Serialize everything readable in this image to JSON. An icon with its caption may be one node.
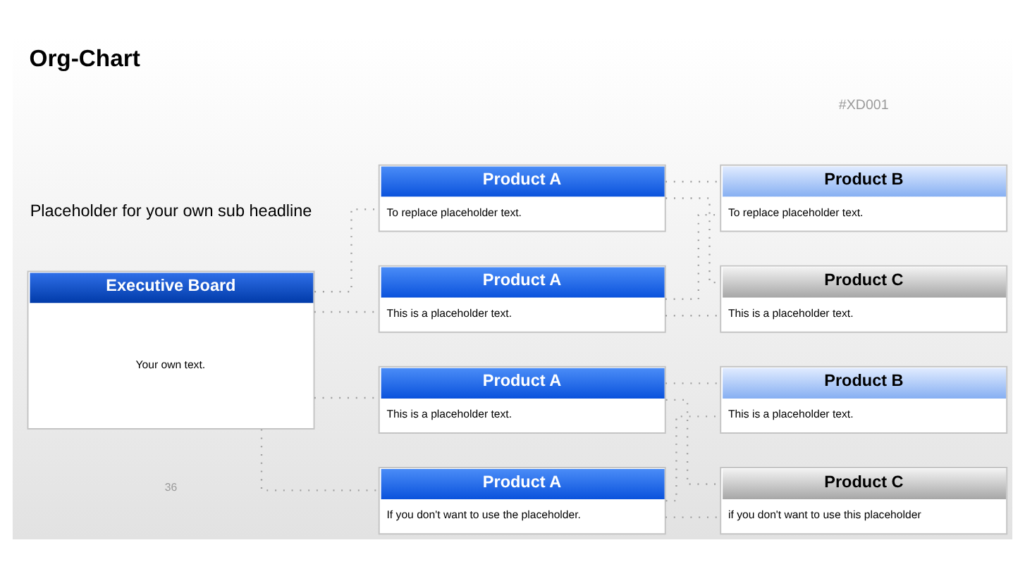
{
  "diagram": {
    "title": "Org-Chart",
    "nodes": [
      {
        "text": [
          "Executive Board",
          "Your own text."
        ]
      },
      {
        "text": [
          "Product A",
          "To replace placeholder text."
        ]
      },
      {
        "text": [
          "Product A",
          "This is a placeholder text."
        ]
      },
      {
        "text": [
          "Product A",
          "This is a placeholder text."
        ]
      },
      {
        "text": [
          "Product A",
          "If you don't want to use the placeholder."
        ]
      },
      {
        "text": [
          "Product B",
          "To replace placeholder text."
        ]
      },
      {
        "text": [
          "Product C",
          "This is a placeholder text."
        ]
      },
      {
        "text": [
          "Product B",
          "This is a placeholder text."
        ]
      },
      {
        "text": [
          "Product C",
          "if you don't want to use this placeholder"
        ]
      }
    ],
    "edges": [
      {
        "from": 0,
        "to": 1,
        "arrow": "none"
      },
      {
        "from": 0,
        "to": 2,
        "arrow": "none"
      },
      {
        "from": 0,
        "to": 3,
        "arrow": "none"
      },
      {
        "from": 0,
        "to": 4,
        "arrow": "none"
      },
      {
        "from": 1,
        "to": 5,
        "arrow": "none"
      },
      {
        "from": 1,
        "to": 6,
        "arrow": "none"
      },
      {
        "from": 2,
        "to": 5,
        "arrow": "none"
      },
      {
        "from": 2,
        "to": 6,
        "arrow": "none"
      },
      {
        "from": 3,
        "to": 7,
        "arrow": "none"
      },
      {
        "from": 3,
        "to": 8,
        "arrow": "none"
      },
      {
        "from": 4,
        "to": 7,
        "arrow": "none"
      },
      {
        "from": 4,
        "to": 8,
        "arrow": "none"
      }
    ],
    "labels": [
      "Placeholder for your own sub headline",
      "#XD001",
      "36"
    ]
  }
}
